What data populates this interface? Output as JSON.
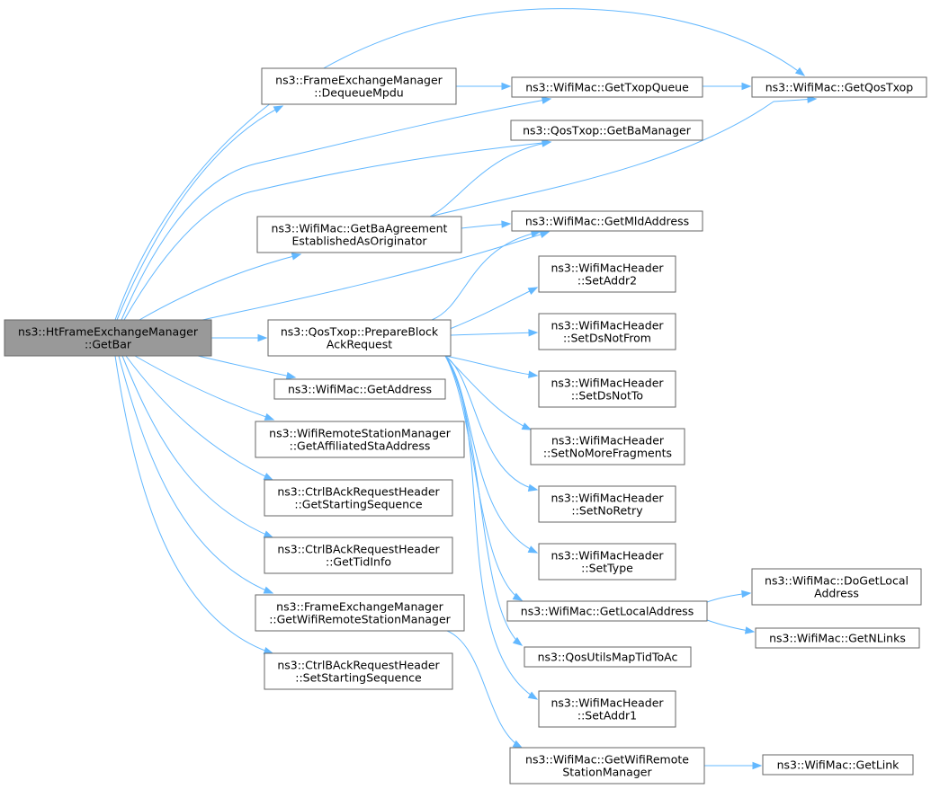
{
  "colors": {
    "edge": "#63b8ff",
    "root_fill": "#999999",
    "node_border": "#666666",
    "node_fill": "#ffffff"
  },
  "nodes": {
    "getbar": [
      "ns3::HtFrameExchangeManager",
      "::GetBar"
    ],
    "dequeue": [
      "ns3::FrameExchangeManager",
      "::DequeueMpdu"
    ],
    "gettxopqueue": [
      "ns3::WifiMac::GetTxopQueue"
    ],
    "getqostxop": [
      "ns3::WifiMac::GetQosTxop"
    ],
    "getbamanager": [
      "ns3::QosTxop::GetBaManager"
    ],
    "getbaagreement": [
      "ns3::WifiMac::GetBaAgreement",
      "EstablishedAsOriginator"
    ],
    "getmldaddress": [
      "ns3::WifiMac::GetMldAddress"
    ],
    "setaddr2": [
      "ns3::WifiMacHeader",
      "::SetAddr2"
    ],
    "preparebar": [
      "ns3::QosTxop::PrepareBlock",
      "AckRequest"
    ],
    "setdsnotfrom": [
      "ns3::WifiMacHeader",
      "::SetDsNotFrom"
    ],
    "getaddress": [
      "ns3::WifiMac::GetAddress"
    ],
    "setdsnotto": [
      "ns3::WifiMacHeader",
      "::SetDsNotTo"
    ],
    "getaffiliated": [
      "ns3::WifiRemoteStationManager",
      "::GetAffiliatedStaAddress"
    ],
    "setnomorefrag": [
      "ns3::WifiMacHeader",
      "::SetNoMoreFragments"
    ],
    "getstartingseq": [
      "ns3::CtrlBAckRequestHeader",
      "::GetStartingSequence"
    ],
    "setnoretry": [
      "ns3::WifiMacHeader",
      "::SetNoRetry"
    ],
    "gettidinfo": [
      "ns3::CtrlBAckRequestHeader",
      "::GetTidInfo"
    ],
    "settype": [
      "ns3::WifiMacHeader",
      "::SetType"
    ],
    "dogetlocal": [
      "ns3::WifiMac::DoGetLocal",
      "Address"
    ],
    "getwifirsm": [
      "ns3::FrameExchangeManager",
      "::GetWifiRemoteStationManager"
    ],
    "getlocaladdress": [
      "ns3::WifiMac::GetLocalAddress"
    ],
    "getnlinks": [
      "ns3::WifiMac::GetNLinks"
    ],
    "setstartingseq": [
      "ns3::CtrlBAckRequestHeader",
      "::SetStartingSequence"
    ],
    "qosutils": [
      "ns3::QosUtilsMapTidToAc"
    ],
    "setaddr1": [
      "ns3::WifiMacHeader",
      "::SetAddr1"
    ],
    "getwifiremote": [
      "ns3::WifiMac::GetWifiRemote",
      "StationManager"
    ],
    "getlink": [
      "ns3::WifiMac::GetLink"
    ]
  }
}
